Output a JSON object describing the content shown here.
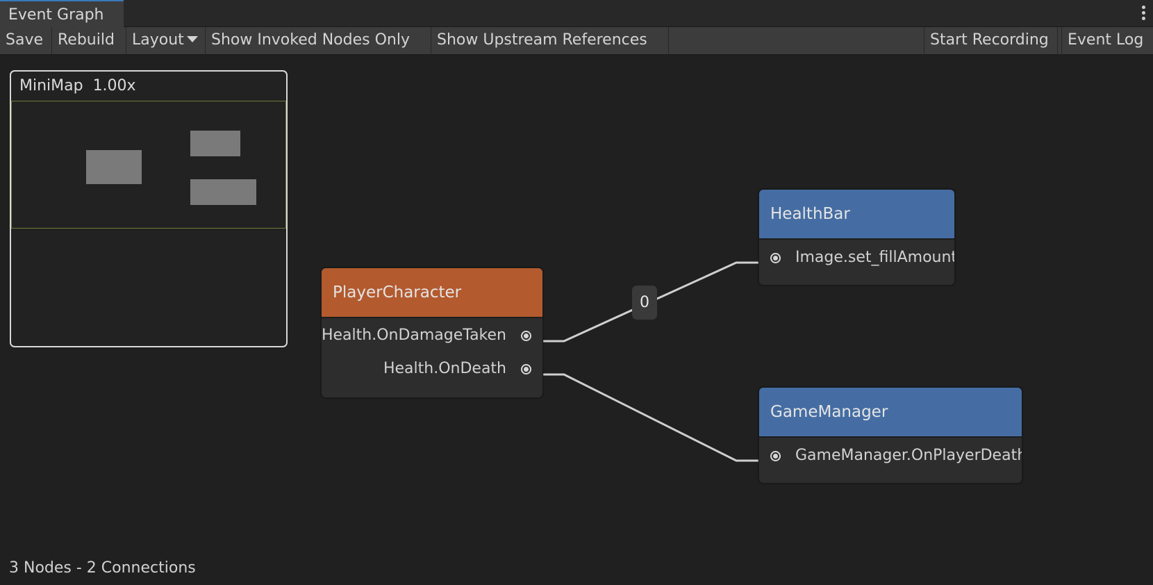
{
  "window": {
    "tab_title": "Event Graph",
    "more_icon": "vertical-ellipsis-icon"
  },
  "toolbar": {
    "save": "Save",
    "rebuild": "Rebuild",
    "layout": "Layout",
    "show_invoked": "Show Invoked Nodes Only",
    "show_upstream": "Show Upstream References",
    "start_recording": "Start Recording",
    "event_log": "Event Log"
  },
  "minimap": {
    "title": "MiniMap  1.00x"
  },
  "nodes": {
    "player": {
      "title": "PlayerCharacter",
      "color": "#b35a2e",
      "ports": [
        "Health.OnDamageTaken",
        "Health.OnDeath"
      ]
    },
    "healthbar": {
      "title": "HealthBar",
      "color": "#456da3",
      "ports": [
        "Image.set_fillAmount"
      ]
    },
    "gamemanager": {
      "title": "GameManager",
      "color": "#456da3",
      "ports": [
        "GameManager.OnPlayerDeath"
      ]
    }
  },
  "edges": {
    "damage_to_fill": {
      "label": "0"
    }
  },
  "status": "3 Nodes - 2 Connections"
}
